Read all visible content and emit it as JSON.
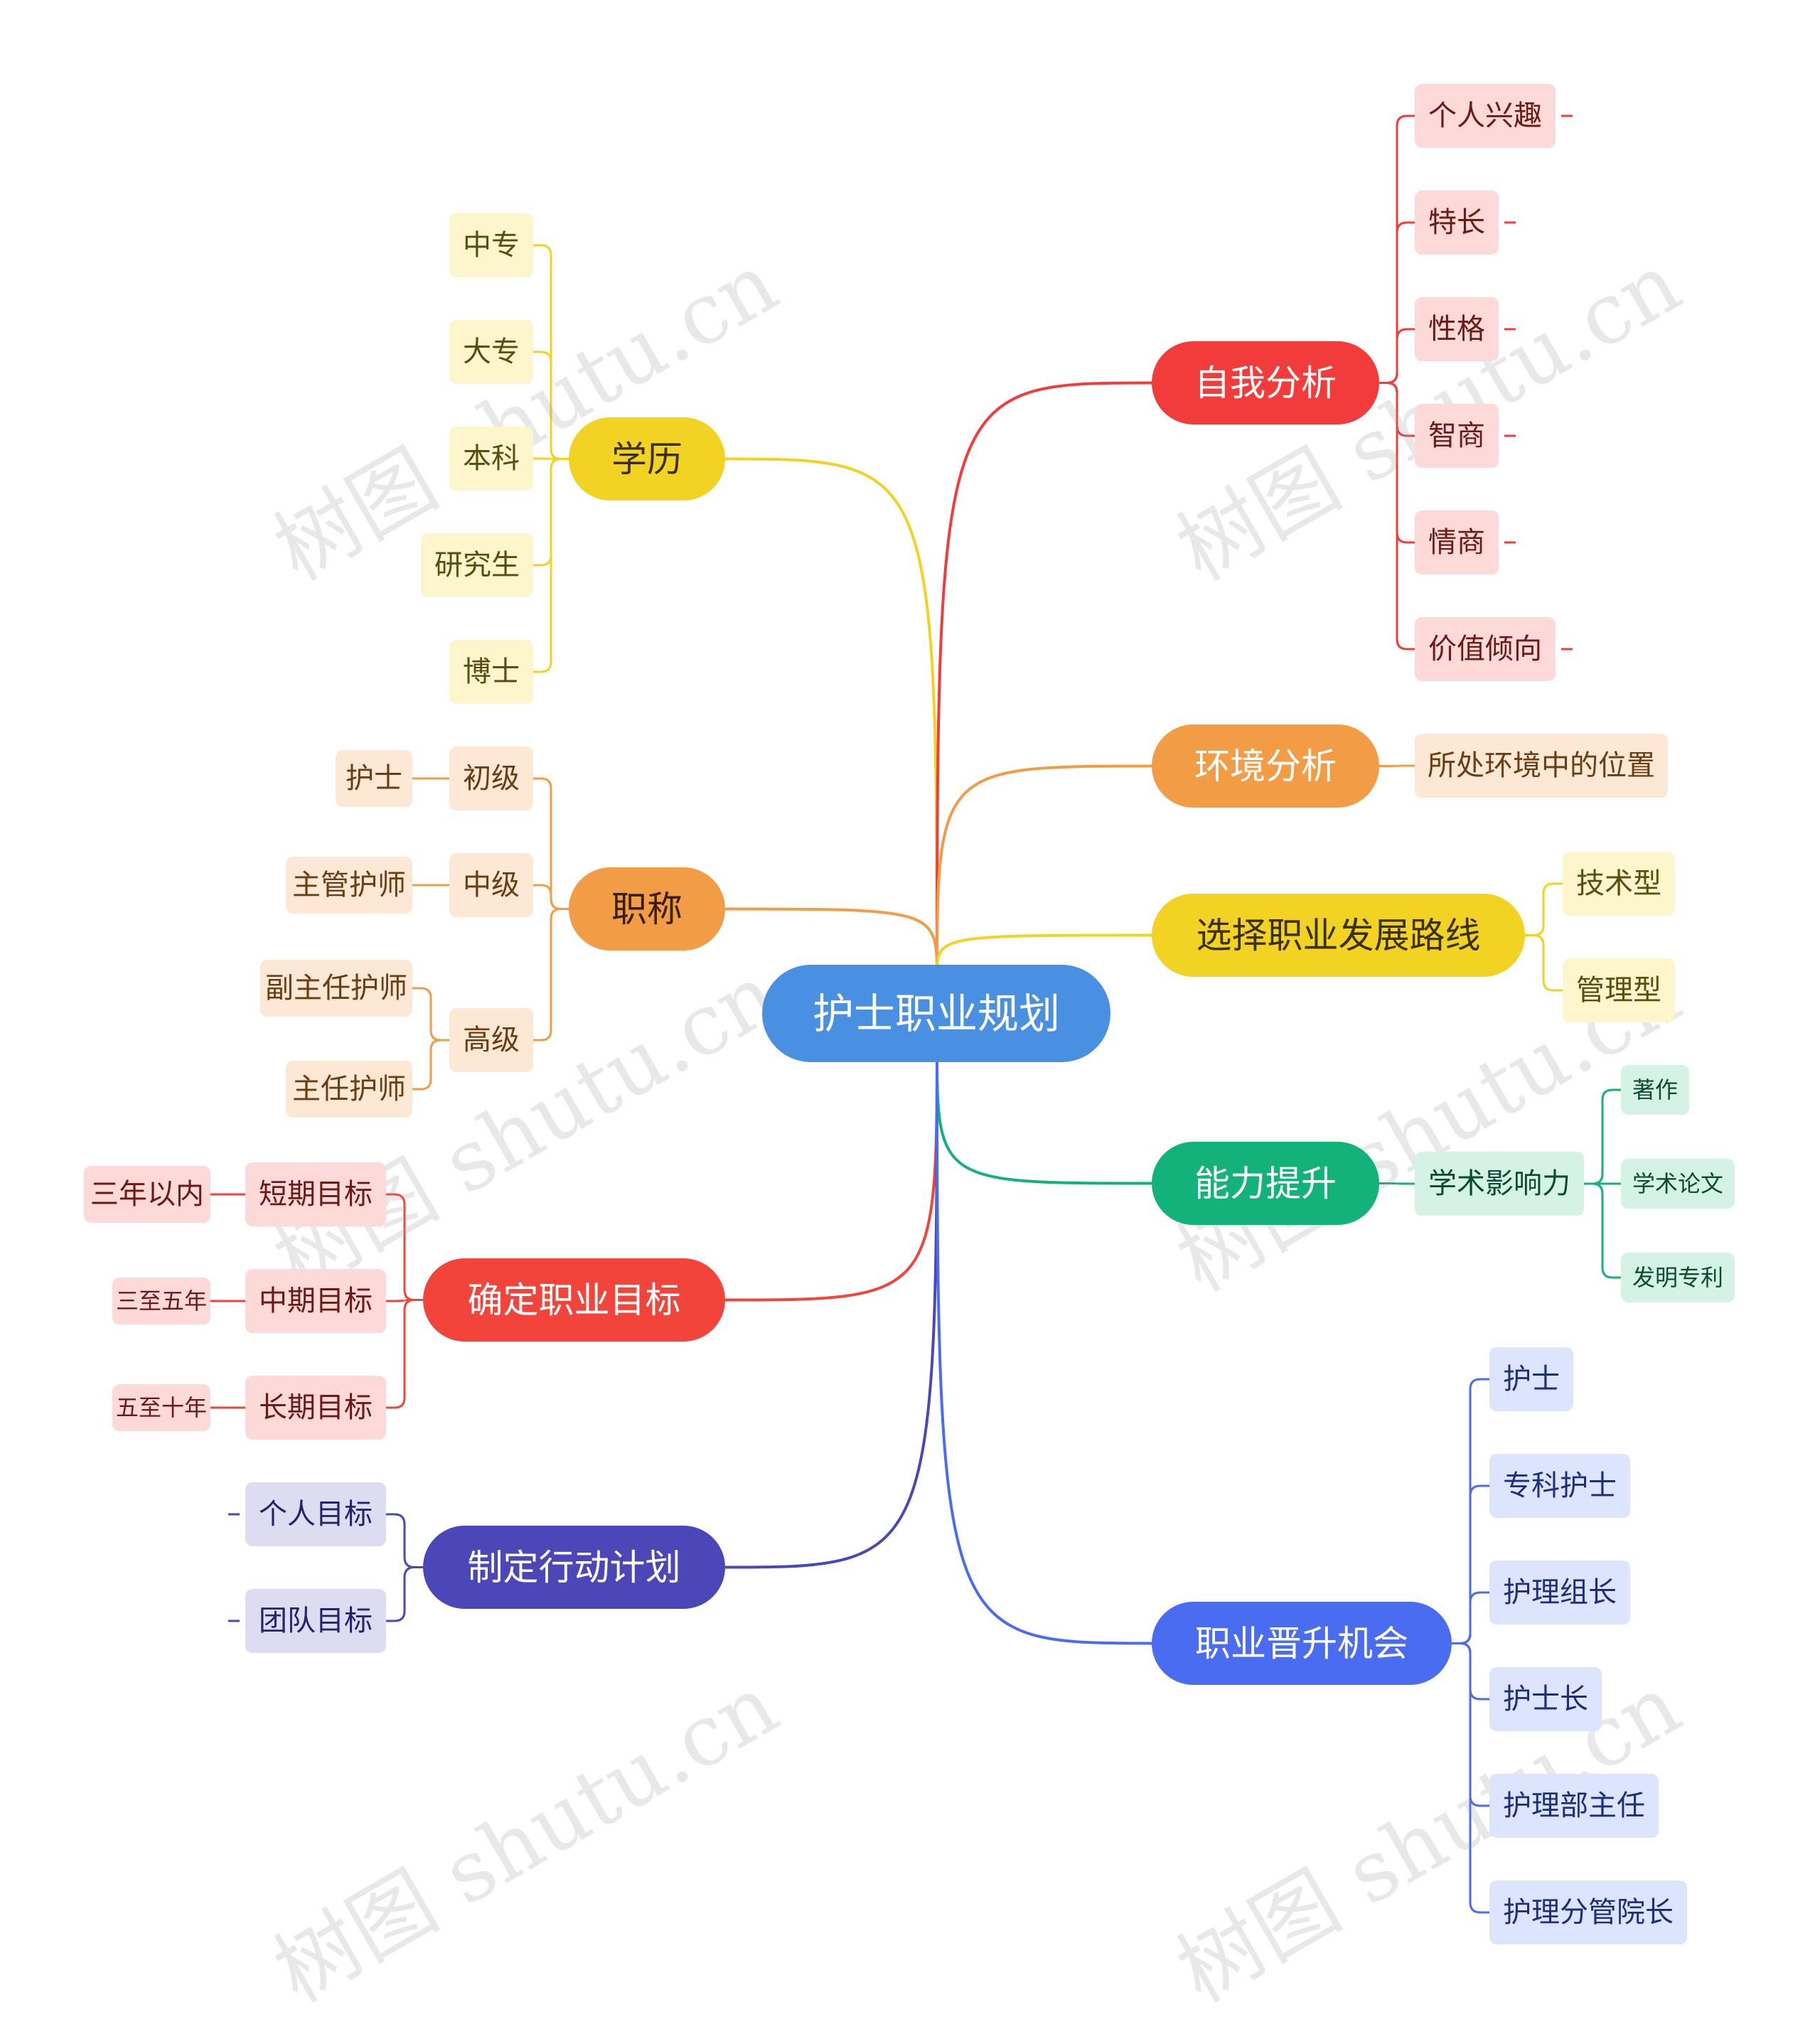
{
  "root": {
    "label": "护士职业规划",
    "color": "#4a90e2"
  },
  "branches": {
    "education": {
      "label": "学历",
      "color": "#f2d222",
      "text": "#3a3000",
      "children": [
        "中专",
        "大专",
        "本科",
        "研究生",
        "博士"
      ],
      "leaf_bg": "#fdf5cc",
      "leaf_text": "#5b4d10"
    },
    "title": {
      "label": "职称",
      "color": "#f39c46",
      "text": "#3a2000",
      "children": [
        "初级",
        "中级",
        "高级"
      ],
      "sub": [
        "护士",
        "主管护师",
        "副主任护师",
        "主任护师"
      ],
      "leaf_bg": "#fde8d6",
      "leaf_text": "#6b3d12"
    },
    "goals": {
      "label": "确定职业目标",
      "color": "#f2443a",
      "text": "#ffffff",
      "children": [
        "短期目标",
        "中期目标",
        "长期目标"
      ],
      "sub": [
        "三年以内",
        "三至五年",
        "五至十年"
      ],
      "leaf_bg": "#fdd9d8",
      "leaf_text": "#6b1a16"
    },
    "plan": {
      "label": "制定行动计划",
      "color": "#4b47b8",
      "text": "#ffffff",
      "children": [
        "个人目标",
        "团队目标"
      ],
      "leaf_bg": "#dddcf1",
      "leaf_text": "#25236b"
    },
    "self": {
      "label": "自我分析",
      "color": "#f23c3c",
      "text": "#ffffff",
      "children": [
        "个人兴趣",
        "特长",
        "性格",
        "智商",
        "情商",
        "价值倾向"
      ],
      "leaf_bg": "#fdd9d8",
      "leaf_text": "#6b1a16"
    },
    "env": {
      "label": "环境分析",
      "color": "#f39c46",
      "text": "#ffffff",
      "children": [
        "所处环境中的位置"
      ],
      "leaf_bg": "#fde8d6",
      "leaf_text": "#6b3d12"
    },
    "path": {
      "label": "选择职业发展路线",
      "color": "#f2d222",
      "text": "#3a3000",
      "children": [
        "技术型",
        "管理型"
      ],
      "leaf_bg": "#fdf5cc",
      "leaf_text": "#5b4d10"
    },
    "ability": {
      "label": "能力提升",
      "color": "#12b27a",
      "text": "#ffffff",
      "children": [
        "学术影响力"
      ],
      "sub": [
        "著作",
        "学术论文",
        "发明专利"
      ],
      "leaf_bg": "#d4f3e6",
      "leaf_text": "#0b4a33"
    },
    "promotion": {
      "label": "职业晋升机会",
      "color": "#4a6cf0",
      "text": "#ffffff",
      "children": [
        "护士",
        "专科护士",
        "护理组长",
        "护士长",
        "护理部主任",
        "护理分管院长"
      ],
      "leaf_bg": "#dde4fd",
      "leaf_text": "#1e2f7a"
    }
  },
  "watermark": "树图 shutu.cn"
}
